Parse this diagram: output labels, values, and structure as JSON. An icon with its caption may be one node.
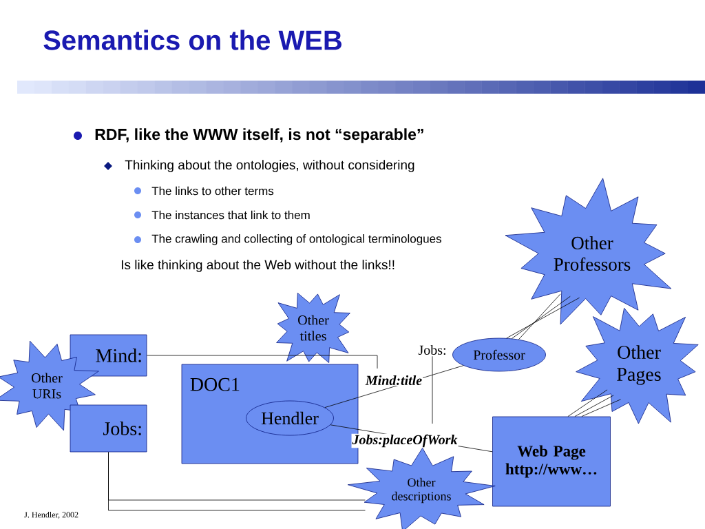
{
  "diagram": {
    "title": "Semantics on the WEB",
    "nodes": [
      {
        "text": [
          "Other Professors"
        ]
      },
      {
        "text": [
          "Other titles"
        ]
      },
      {
        "text": [
          "Mind:"
        ]
      },
      {
        "text": [
          "Jobs:"
        ]
      },
      {
        "text": [
          "Professor"
        ]
      },
      {
        "text": [
          "Other Pages"
        ]
      },
      {
        "text": [
          "Other URIs"
        ]
      },
      {
        "text": [
          "DOC1"
        ]
      },
      {
        "text": [
          "Hendler"
        ],
        "in": 7
      },
      {
        "text": [
          "Jobs:"
        ]
      },
      {
        "text": [
          "Web Page http://www…"
        ]
      },
      {
        "text": [
          "Other descriptions"
        ]
      }
    ],
    "edges": [
      {
        "from": 8,
        "to": 4,
        "arrow": "none",
        "label": "Mind:title"
      },
      {
        "from": 8,
        "to": 10,
        "arrow": "none",
        "label": "Jobs:placeOfWork"
      },
      {
        "from": 0,
        "to": 4,
        "arrow": "none"
      },
      {
        "from": 0,
        "to": 4,
        "arrow": "none"
      },
      {
        "from": 0,
        "to": 4,
        "arrow": "none"
      },
      {
        "from": 5,
        "to": 10,
        "arrow": "none"
      },
      {
        "from": 5,
        "to": 10,
        "arrow": "none"
      },
      {
        "from": 5,
        "to": 10,
        "arrow": "none"
      },
      {
        "from": 2,
        "to": null,
        "arrow": "none"
      },
      {
        "from": 9,
        "to": 11,
        "arrow": "none"
      },
      {
        "from": 9,
        "to": 11,
        "arrow": "none"
      },
      {
        "from": 3,
        "to": null,
        "arrow": "none"
      }
    ],
    "labels": [
      "RDF, like the WWW itself, is not “separable”",
      "Thinking about the ontologies, without considering",
      "The links to other terms",
      "The instances that link to them",
      "The crawling and collecting of ontological terminologues",
      "Is like thinking about the Web without the links!!",
      "J. Hendler, 2002"
    ]
  }
}
